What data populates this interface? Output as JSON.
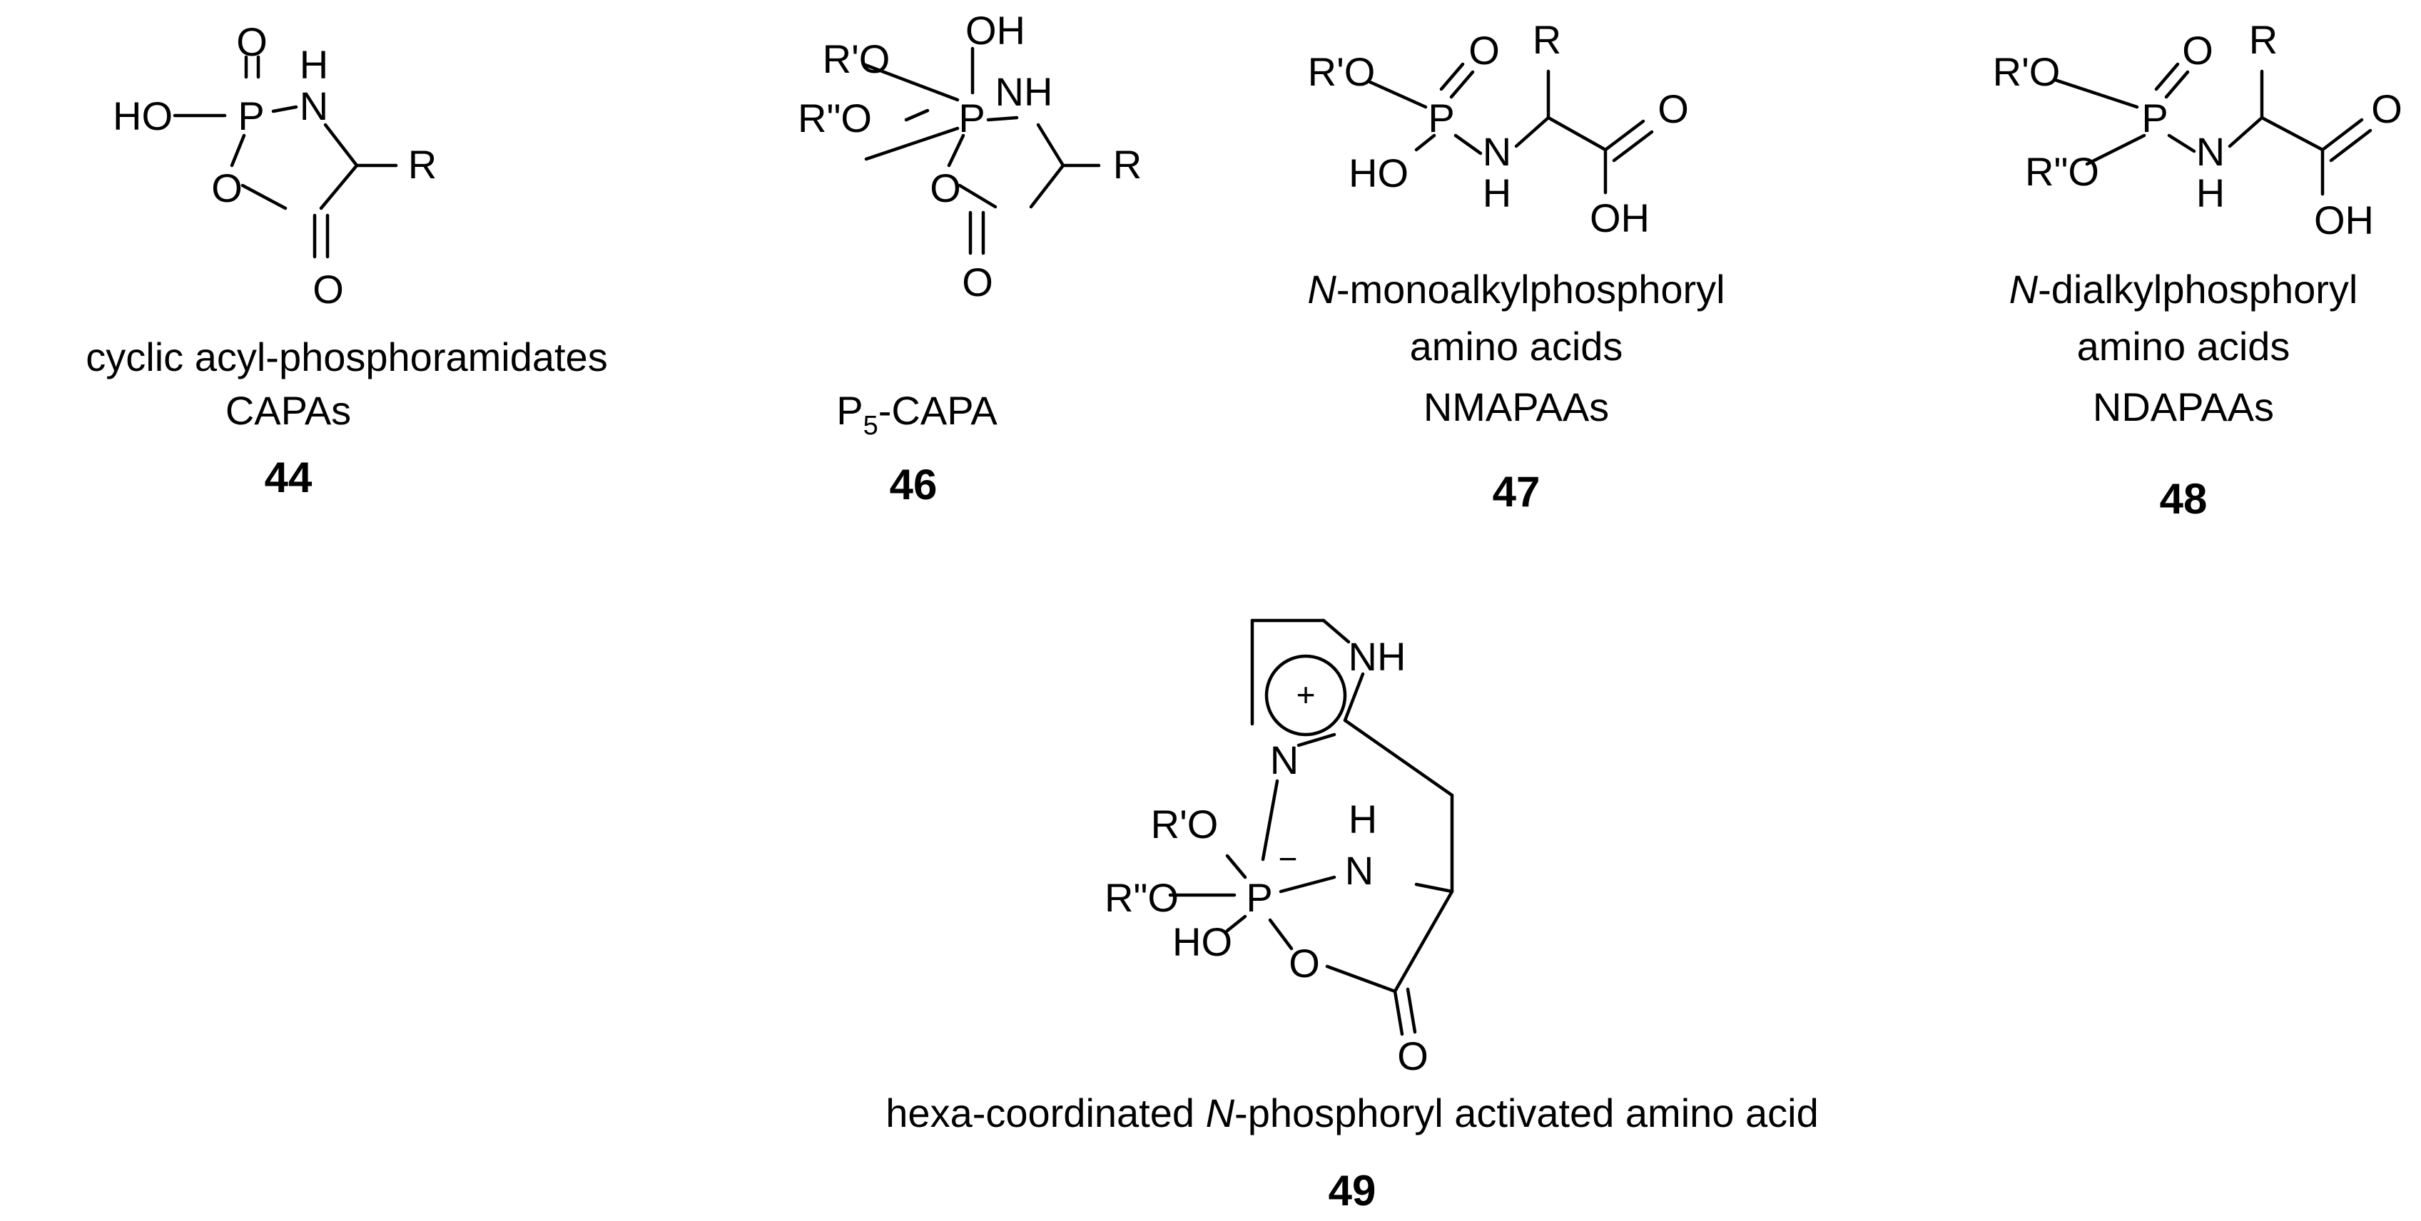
{
  "atoms": {
    "P": "P",
    "N": "N",
    "NH": "NH",
    "H": "H",
    "O": "O",
    "HO": "HO",
    "OH": "OH",
    "R": "R",
    "RpO": "R'O",
    "RppO": "R\"O",
    "plus": "+",
    "minus": "−"
  },
  "compounds": [
    {
      "id": "44",
      "caption": [
        "cyclic acyl-phosphoramidates",
        "CAPAs"
      ]
    },
    {
      "id": "46",
      "caption_main": "P",
      "caption_sub": "5",
      "caption_rest": "-CAPA"
    },
    {
      "id": "47",
      "caption_italic": "N",
      "caption": [
        "-monoalkylphosphoryl",
        "amino acids",
        "NMAPAAs"
      ]
    },
    {
      "id": "48",
      "caption_italic": "N",
      "caption": [
        "-dialkylphosphoryl",
        "amino acids",
        "NDAPAAs"
      ]
    },
    {
      "id": "49",
      "caption_pre": "hexa-coordinated ",
      "caption_italic": "N",
      "caption_post": "-phosphoryl activated amino acid"
    }
  ]
}
